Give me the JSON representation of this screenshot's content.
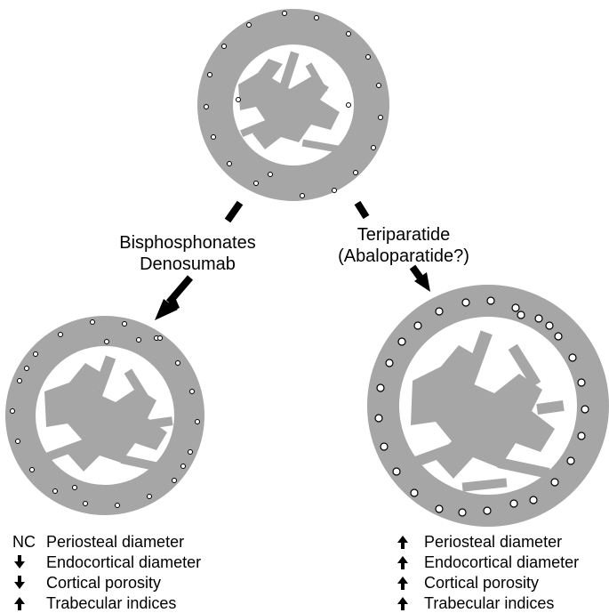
{
  "treatments": {
    "left": [
      "Bisphosphonates",
      "Denosumab"
    ],
    "right": [
      "Teriparatide",
      "(Abaloparatide?)"
    ]
  },
  "legend_left": [
    {
      "indicator": "NC",
      "label": "Periosteal diameter"
    },
    {
      "indicator": "down-arrow-icon",
      "label": "Endocortical diameter"
    },
    {
      "indicator": "down-arrow-icon",
      "label": "Cortical porosity"
    },
    {
      "indicator": "up-arrow-icon",
      "label": "Trabecular indices"
    }
  ],
  "legend_right": [
    {
      "indicator": "up-arrow-icon",
      "label": "Periosteal diameter"
    },
    {
      "indicator": "up-arrow-icon",
      "label": "Endocortical diameter"
    },
    {
      "indicator": "up-arrow-icon",
      "label": "Cortical porosity"
    },
    {
      "indicator": "up-arrow-icon",
      "label": "Trabecular indices"
    }
  ],
  "colors": {
    "bone": "#a6a6a6",
    "pore_fill": "#ffffff",
    "stroke": "#000000"
  }
}
